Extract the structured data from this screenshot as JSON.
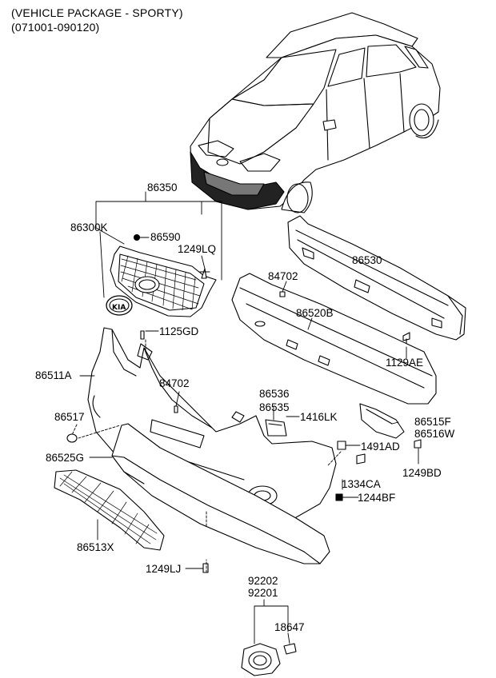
{
  "header": {
    "line1": "(VEHICLE PACKAGE - SPORTY)",
    "line2": "(071001-090120)"
  },
  "parts": [
    {
      "id": "86350",
      "label": "86350"
    },
    {
      "id": "86300K",
      "label": "86300K"
    },
    {
      "id": "86590",
      "label": "86590"
    },
    {
      "id": "1249LQ",
      "label": "1249LQ"
    },
    {
      "id": "86530",
      "label": "86530"
    },
    {
      "id": "84702-a",
      "label": "84702"
    },
    {
      "id": "86520B",
      "label": "86520B"
    },
    {
      "id": "1125GD",
      "label": "1125GD"
    },
    {
      "id": "1129AE",
      "label": "1129AE"
    },
    {
      "id": "86511A",
      "label": "86511A"
    },
    {
      "id": "84702-b",
      "label": "84702"
    },
    {
      "id": "86536",
      "label": "86536"
    },
    {
      "id": "86535",
      "label": "86535"
    },
    {
      "id": "1416LK",
      "label": "1416LK"
    },
    {
      "id": "86517",
      "label": "86517"
    },
    {
      "id": "86515F",
      "label": "86515F"
    },
    {
      "id": "86516W",
      "label": "86516W"
    },
    {
      "id": "1491AD",
      "label": "1491AD"
    },
    {
      "id": "86525G",
      "label": "86525G"
    },
    {
      "id": "1249BD",
      "label": "1249BD"
    },
    {
      "id": "1334CA",
      "label": "1334CA"
    },
    {
      "id": "1244BF",
      "label": "1244BF"
    },
    {
      "id": "86513X",
      "label": "86513X"
    },
    {
      "id": "1249LJ",
      "label": "1249LJ"
    },
    {
      "id": "92202",
      "label": "92202"
    },
    {
      "id": "92201",
      "label": "92201"
    },
    {
      "id": "18647",
      "label": "18647"
    }
  ]
}
